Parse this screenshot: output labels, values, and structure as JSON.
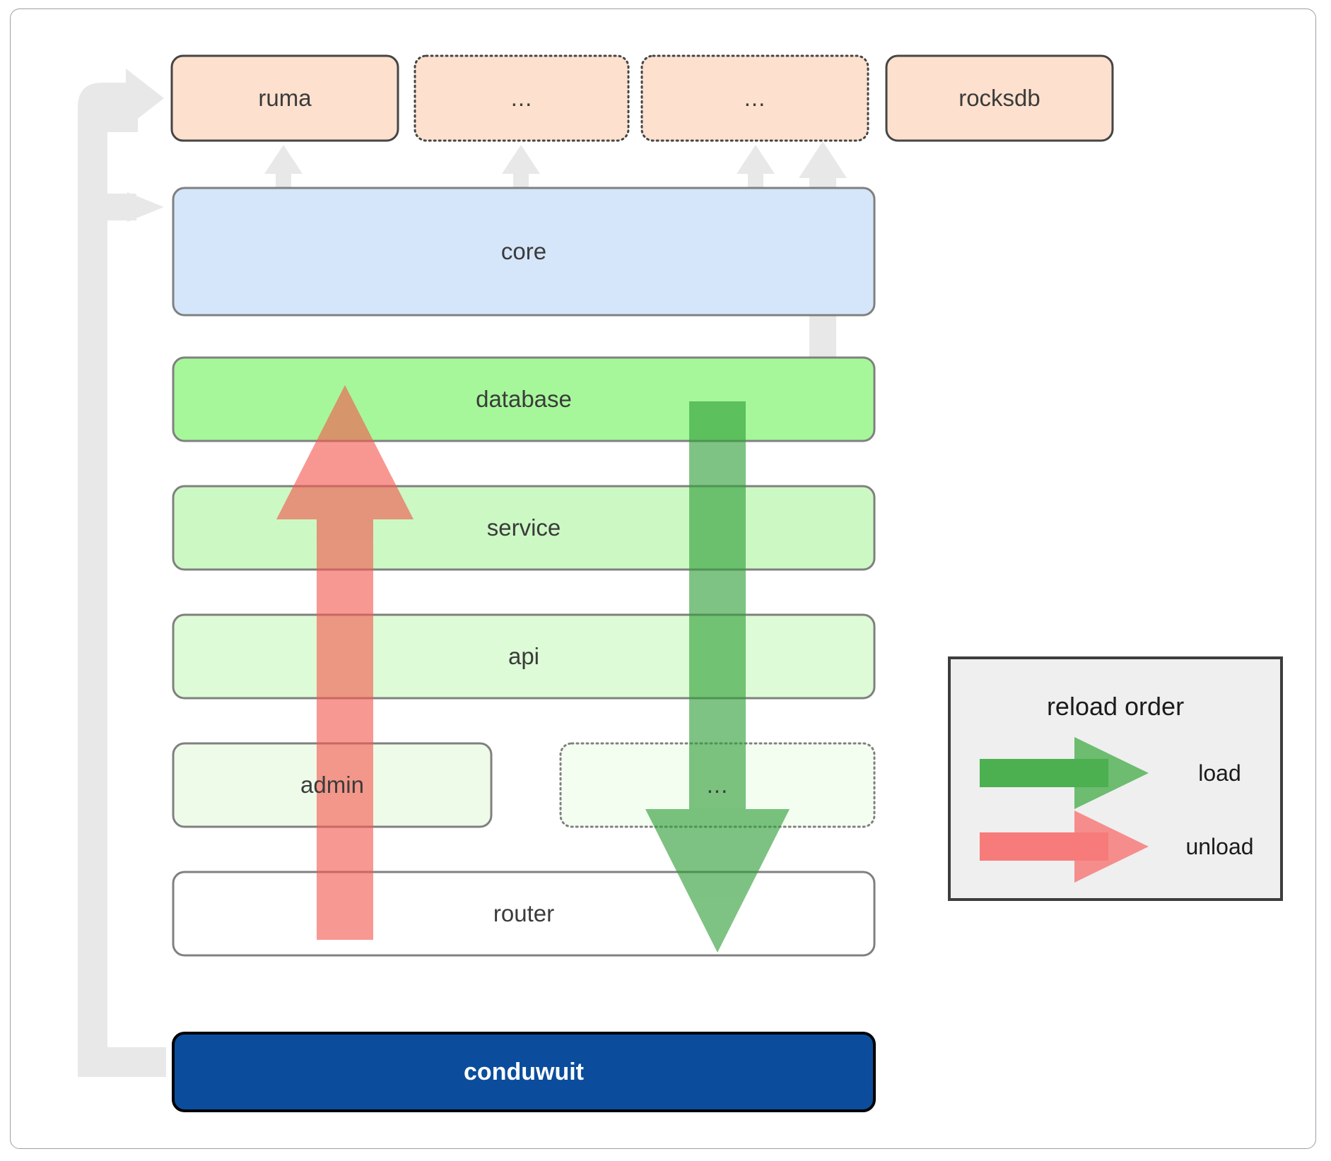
{
  "diagram": {
    "title": "conduwuit crate dependency / reload order diagram",
    "colors": {
      "frame_border": "#9aa0a6",
      "peach_fill": "#fde0cd",
      "peach_border": "#454545",
      "blue_fill": "#d5e6fa",
      "blue_border": "#808080",
      "green_strong_fill": "#a6f79a",
      "green_mid_fill": "#ccf8c4",
      "green_light_fill": "#ddfbd6",
      "green_faint_fill": "#eefbe9",
      "white_fill": "#ffffff",
      "navy_fill": "#0b4d9c",
      "navy_border": "#000000",
      "gray_connector": "#e8e8e8",
      "load_arrow": "#4caf50",
      "unload_arrow": "#f77b7b",
      "legend_fill": "#efefef",
      "legend_border": "#3d3d3d",
      "text": "#3b3b3b"
    },
    "top_row": [
      {
        "id": "ruma",
        "label": "ruma",
        "style": "solid"
      },
      {
        "id": "dots-1",
        "label": "...",
        "style": "dotted"
      },
      {
        "id": "dots-2",
        "label": "...",
        "style": "dotted"
      },
      {
        "id": "rocksdb",
        "label": "rocksdb",
        "style": "solid"
      }
    ],
    "stack": [
      {
        "id": "core",
        "label": "core",
        "style": "solid"
      },
      {
        "id": "database",
        "label": "database",
        "style": "solid"
      },
      {
        "id": "service",
        "label": "service",
        "style": "solid"
      },
      {
        "id": "api",
        "label": "api",
        "style": "solid"
      }
    ],
    "split_row": [
      {
        "id": "admin",
        "label": "admin",
        "style": "solid"
      },
      {
        "id": "dots-3",
        "label": "...",
        "style": "dotted"
      }
    ],
    "router": {
      "id": "router",
      "label": "router",
      "style": "solid"
    },
    "app": {
      "id": "conduwuit",
      "label": "conduwuit",
      "style": "solid"
    },
    "legend": {
      "title": "reload order",
      "items": [
        {
          "id": "load",
          "label": "load",
          "color": "#4caf50"
        },
        {
          "id": "unload",
          "label": "unload",
          "color": "#f77b7b"
        }
      ]
    },
    "arrows": {
      "load_direction": "down",
      "unload_direction": "up",
      "dependency_direction": "up"
    }
  }
}
